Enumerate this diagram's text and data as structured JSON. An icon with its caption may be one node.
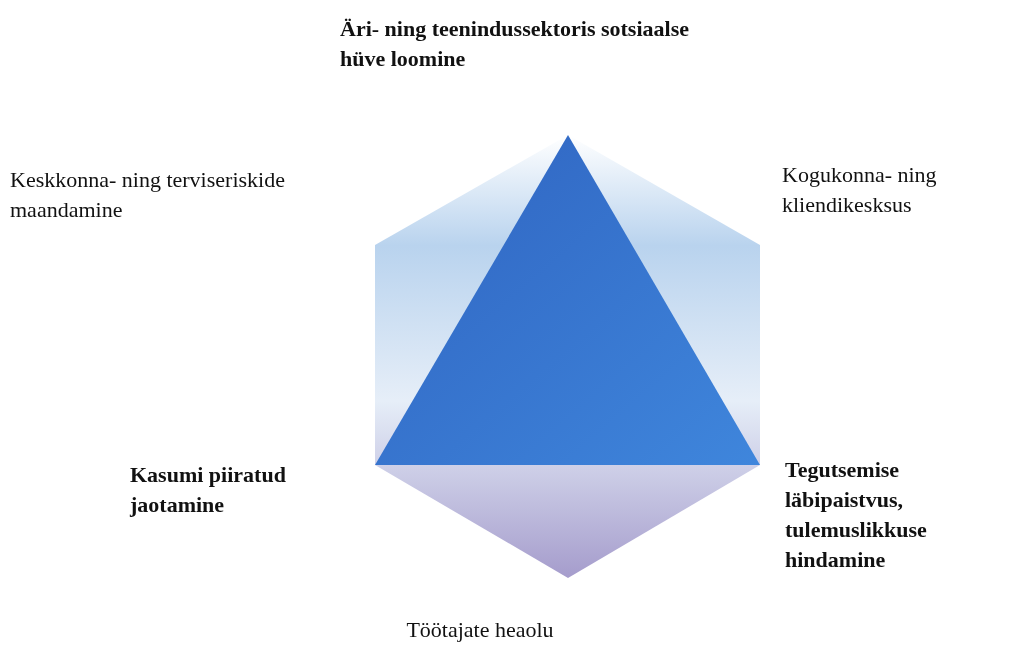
{
  "diagram": {
    "labels": [
      "Äri- ning teenindussektoris sotsiaalse hüve loomine",
      "Keskkonna- ning terviseriskide maandamine",
      "Kogukonna- ning kliendikesksus",
      "Kasumi piiratud jaotamine",
      "Tegutsemise läbipaistvus, tulemuslikkuse hindamine",
      "Töötajate heaolu"
    ]
  }
}
